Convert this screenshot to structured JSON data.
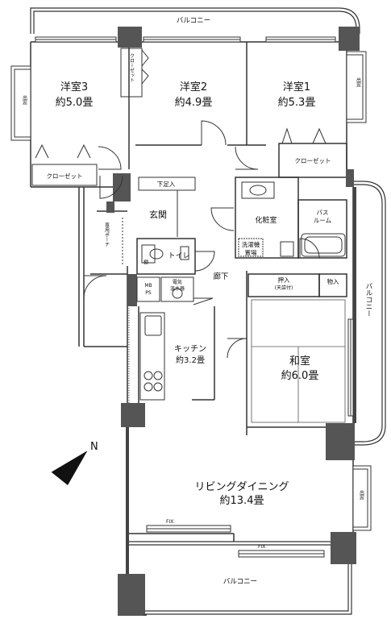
{
  "rooms": {
    "western3": {
      "name": "洋室3",
      "size": "約5.0畳"
    },
    "western2": {
      "name": "洋室2",
      "size": "約4.9畳"
    },
    "western1": {
      "name": "洋室1",
      "size": "約5.3畳"
    },
    "entrance": {
      "name": "玄関"
    },
    "washroom": {
      "name": "化粧室"
    },
    "bath": {
      "line1": "バス",
      "line2": "ルーム"
    },
    "toilet": {
      "name": "トイレ"
    },
    "hallway": {
      "name": "廊下"
    },
    "kitchen": {
      "name": "キッチン",
      "size": "約3.2畳"
    },
    "japanese": {
      "name": "和室",
      "size": "約6.0畳"
    },
    "ldk": {
      "name": "リビングダイニング",
      "size": "約13.4畳"
    }
  },
  "labels": {
    "closet": "クローゼット",
    "closet_v": "クローゼット",
    "shoe_cabinet": "下足入",
    "washer": {
      "line1": "洗濯機",
      "line2": "置場"
    },
    "oshiire": {
      "line1": "押入",
      "line2": "(天袋付)"
    },
    "storage": "物入",
    "mbps": {
      "line1": "MB",
      "line2": "PS"
    },
    "water_heater": {
      "line1": "電気",
      "line2": "温水器"
    },
    "private_porch": "専用ポーチ",
    "bay_window": "出窓",
    "fix": "FIX",
    "shelf": "棚"
  },
  "balconies": {
    "top": "バルコニー",
    "right": "バルコニー",
    "bottom": "バルコニー"
  },
  "compass": {
    "label": "N"
  }
}
